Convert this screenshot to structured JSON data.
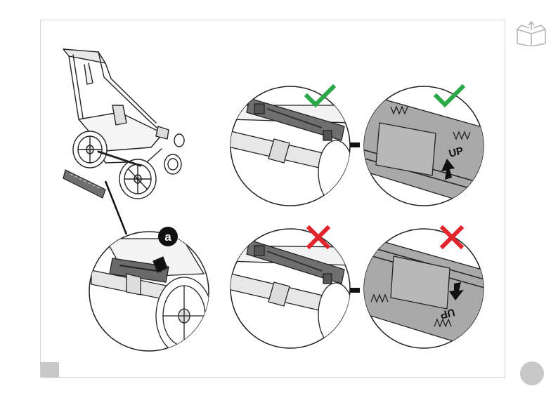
{
  "callout": {
    "letter": "a"
  },
  "panels": {
    "correct_closeup": {
      "label": "UP"
    },
    "wrong_closeup": {
      "label": "UP"
    }
  },
  "colors": {
    "check": "#2aa84a",
    "cross": "#e0252c",
    "panel_grey": "#a9a9a9",
    "frame": "#d6d6d6"
  },
  "icons": [
    "book-icon",
    "check-icon",
    "cross-icon",
    "arrow-up-icon",
    "arrow-down-icon"
  ]
}
